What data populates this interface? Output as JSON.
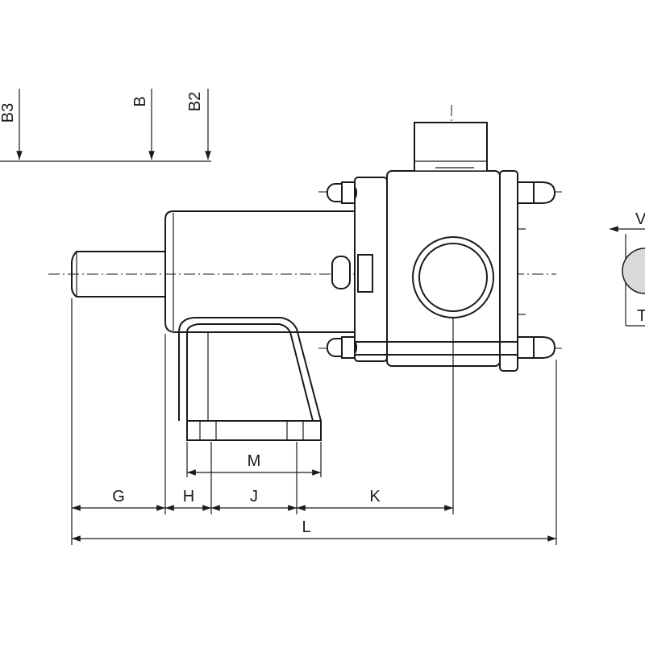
{
  "dimensions": {
    "G": "G",
    "H": "H",
    "J": "J",
    "K": "K",
    "L": "L",
    "M": "M",
    "B_left": "B3",
    "B_mid": "B",
    "B_right": "B2",
    "T_right": "T",
    "V_right": "V"
  }
}
